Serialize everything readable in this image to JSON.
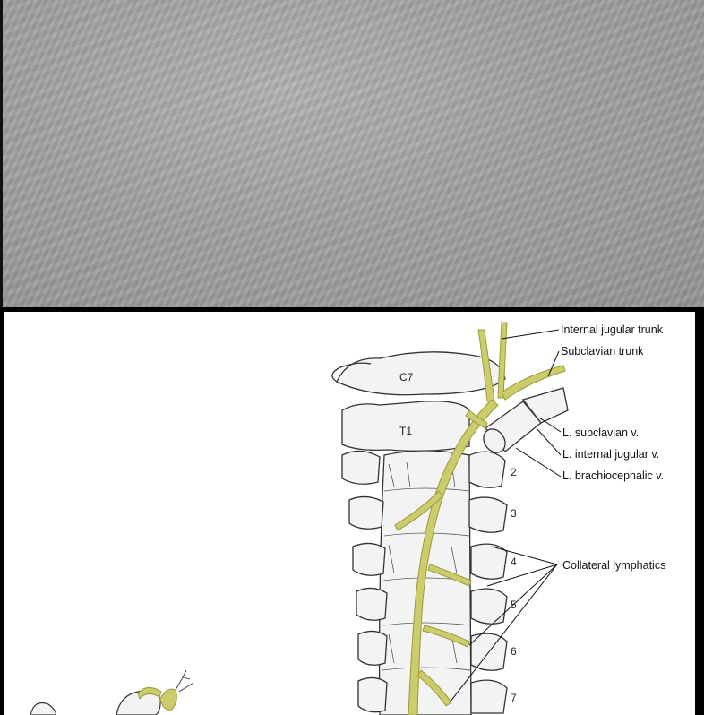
{
  "labels": {
    "internal_jugular_trunk": "Internal jugular trunk",
    "subclavian_trunk": "Subclavian trunk",
    "l_subclavian_v": "L. subclavian v.",
    "l_internal_jugular_v": "L. internal jugular v.",
    "l_brachiocephalic_v": "L. brachiocephalic v.",
    "collateral_lymphatics": "Collateral lymphatics"
  },
  "vertebrae": {
    "c7": "C7",
    "t1": "T1",
    "n2": "2",
    "n3": "3",
    "n4": "4",
    "n5": "5",
    "n6": "6",
    "n7": "7"
  },
  "colors": {
    "lymphatic": "#c9c969",
    "bone_outline": "#333333",
    "top_panel": "#a6a6a6"
  }
}
